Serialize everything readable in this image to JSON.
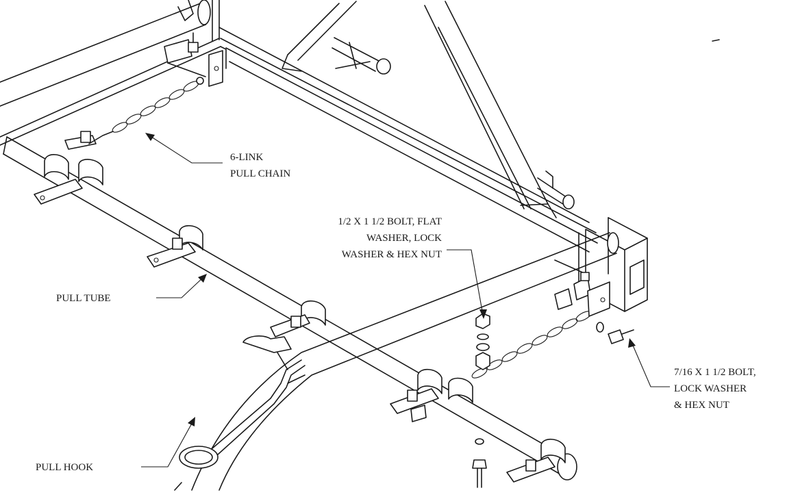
{
  "callouts": {
    "pull_chain": [
      "6-LINK",
      "PULL CHAIN"
    ],
    "bolt_large": [
      "1/2 X 1 1/2 BOLT, FLAT",
      "WASHER, LOCK",
      "WASHER & HEX NUT"
    ],
    "pull_tube": [
      "PULL TUBE"
    ],
    "bolt_small": [
      "7/16 X 1 1/2 BOLT,",
      "LOCK WASHER",
      "& HEX NUT"
    ],
    "pull_hook": [
      "PULL HOOK"
    ]
  }
}
